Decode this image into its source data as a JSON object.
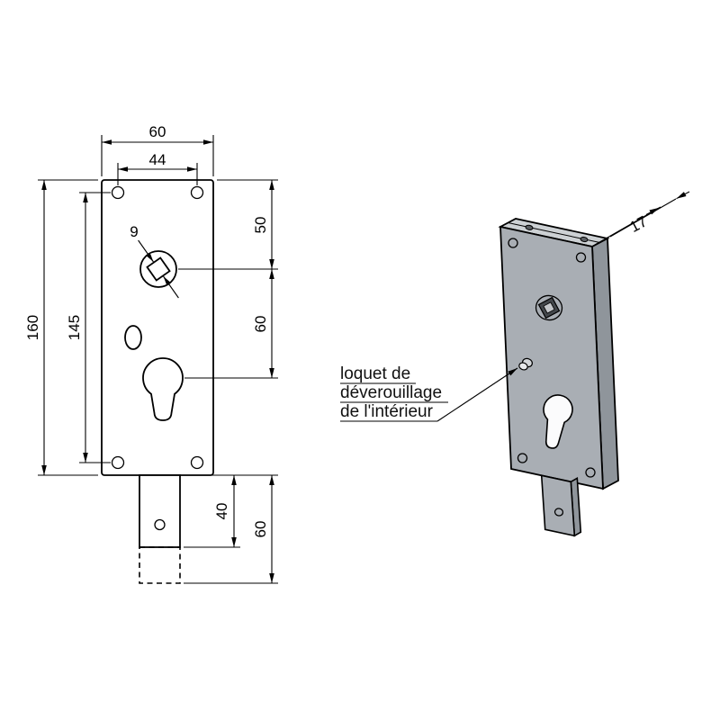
{
  "front_view": {
    "dims": {
      "outer_width": "60",
      "hole_spacing_width": "44",
      "outer_height": "160",
      "hole_spacing_height": "145",
      "top_to_spindle": "50",
      "spindle_to_cylinder": "60",
      "spindle_square": "9",
      "bolt_length": "40",
      "bolt_travel": "60"
    }
  },
  "iso_view": {
    "dims": {
      "depth": "17"
    },
    "annotation": {
      "line1": "loquet de",
      "line2": "déverouillage",
      "line3": "de l'intérieur"
    }
  },
  "colors": {
    "background": "#ffffff",
    "outline": "#000000",
    "face_top": "#cdd1d4",
    "face_front": "#a9aeb4",
    "face_side": "#8f959b",
    "hole_dark": "#43474b",
    "hole_light": "#c3c6c9",
    "top_hole": "#5b5f63"
  }
}
